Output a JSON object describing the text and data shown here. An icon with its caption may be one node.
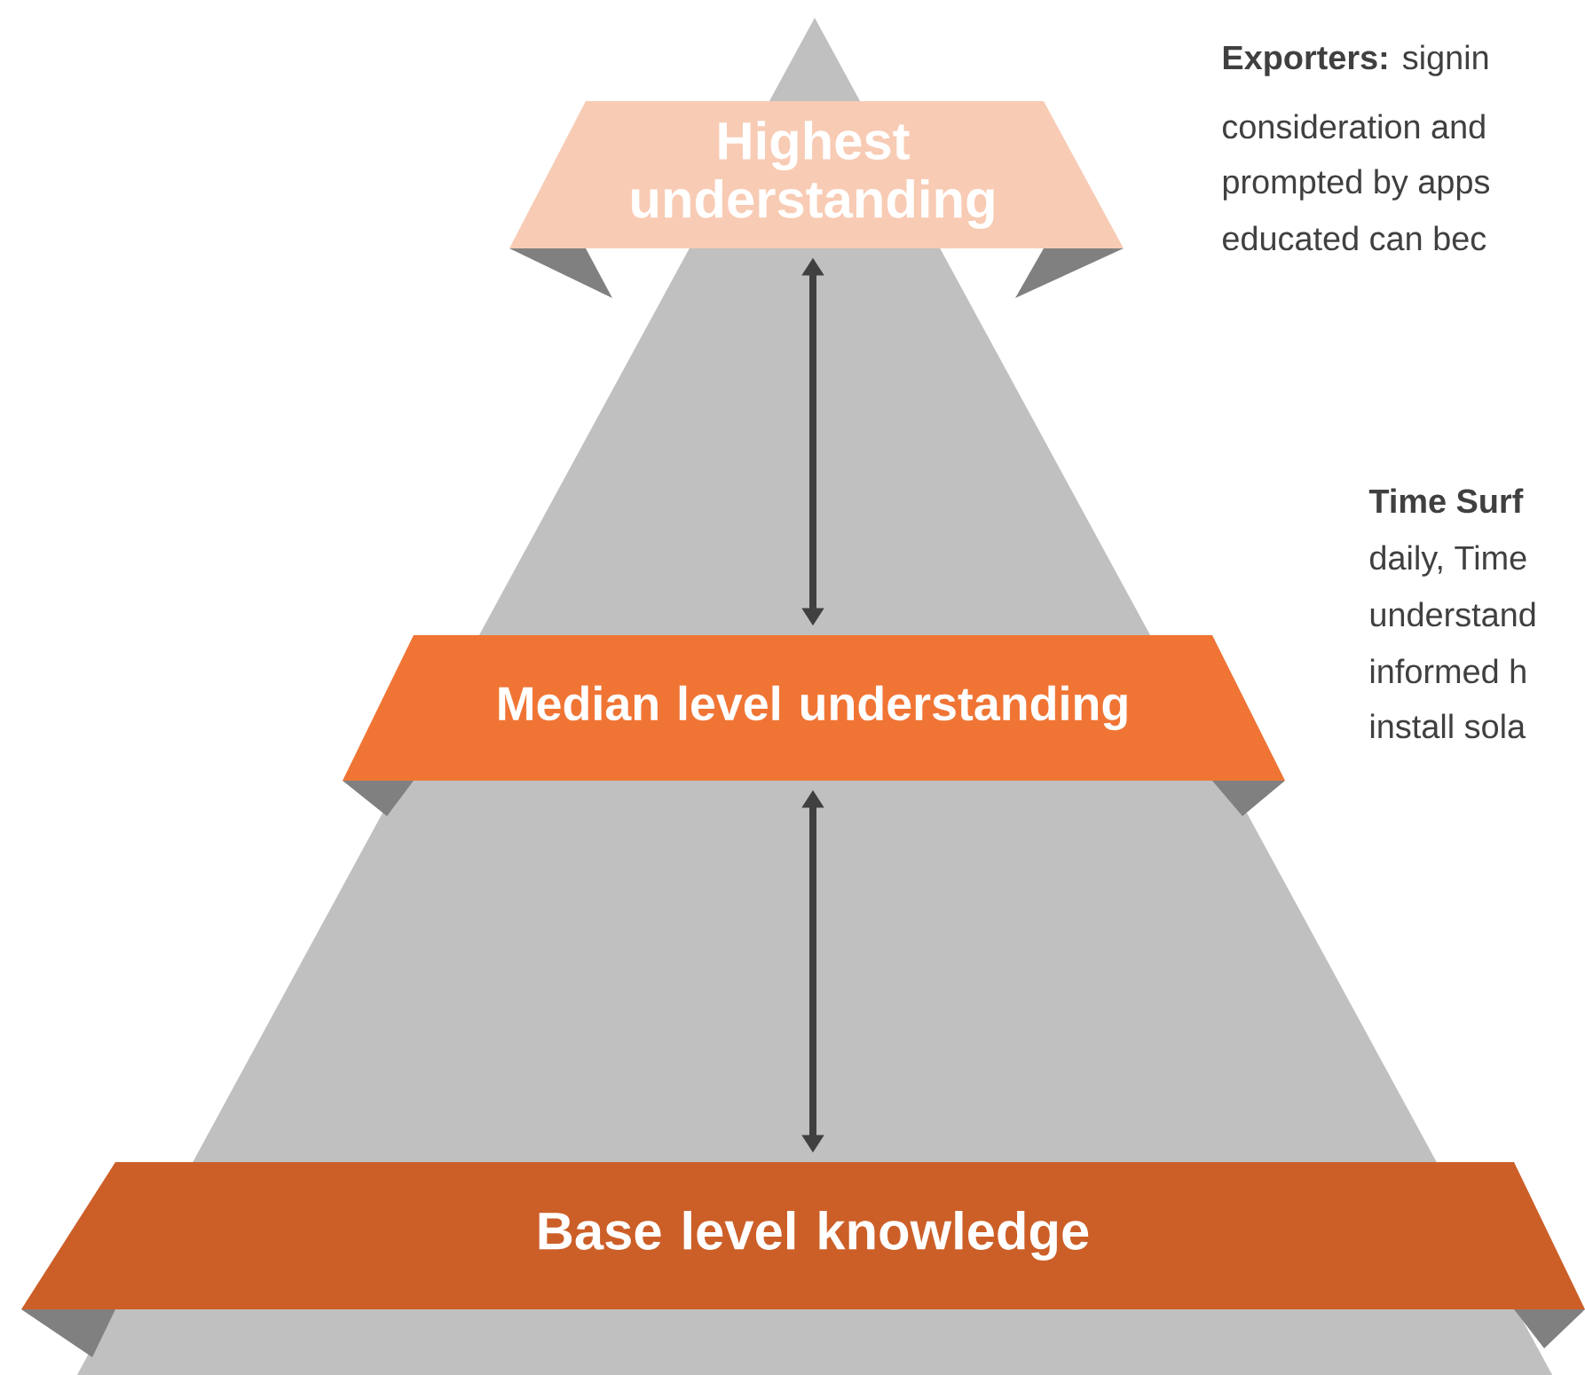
{
  "diagram": {
    "nodes": [
      {
        "text": [
          "Highest understanding"
        ]
      },
      {
        "text": [
          "Median level understanding"
        ]
      },
      {
        "text": [
          "Base level knowledge"
        ]
      }
    ],
    "edges": [
      {
        "from": 0,
        "to": 1,
        "arrow": "both"
      },
      {
        "from": 1,
        "to": 2,
        "arrow": "both"
      }
    ],
    "labels": [
      "**Exporters:** signin",
      "consideration and",
      "prompted by apps",
      "educated can bec",
      "**Time Surf**",
      "daily, Time",
      "understand",
      "informed h",
      "install sola"
    ]
  }
}
